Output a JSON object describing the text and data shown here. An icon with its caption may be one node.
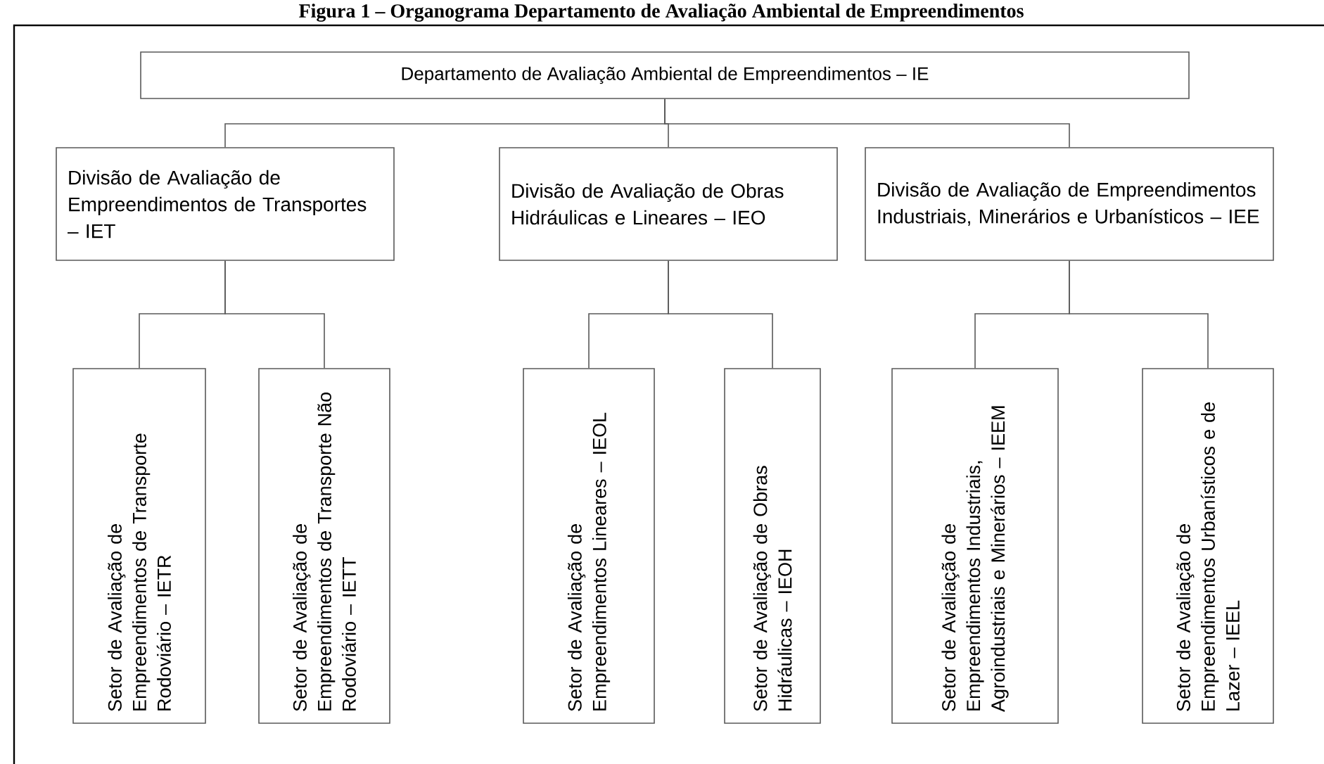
{
  "diagram": {
    "title": "Figura 1 – Organograma Departamento de Avaliação Ambiental de Empreendimentos",
    "nodes": [
      {
        "text": [
          "Departamento de Avaliação Ambiental de Empreendimentos – IE"
        ]
      },
      {
        "text": [
          "Divisão de Avaliação de Empreendimentos de Transportes – IET"
        ]
      },
      {
        "text": [
          "Divisão de Avaliação de Obras Hidráulicas e Lineares – IEO"
        ]
      },
      {
        "text": [
          "Divisão de Avaliação de Empreendimentos Industriais, Minerários e Urbanísticos – IEE"
        ]
      },
      {
        "text": [
          "Setor de Avaliação de Empreendimentos de Transporte Rodoviário – IETR"
        ]
      },
      {
        "text": [
          "Setor de Avaliação de Empreendimentos de Transporte Não Rodoviário – IETT"
        ]
      },
      {
        "text": [
          "Setor de Avaliação de Empreendimentos Lineares – IEOL"
        ]
      },
      {
        "text": [
          "Setor de Avaliação de Obras Hidráulicas – IEOH"
        ]
      },
      {
        "text": [
          "Setor de Avaliação de Empreendimentos Industriais, Agroindustriais e Minerários – IEEM"
        ]
      },
      {
        "text": [
          "Setor de Avaliação de Empreendimentos Urbanísticos e de Lazer – IEEL"
        ]
      }
    ],
    "edges": [
      {
        "from": 0,
        "to": 1,
        "arrow": "none"
      },
      {
        "from": 0,
        "to": 2,
        "arrow": "none"
      },
      {
        "from": 0,
        "to": 3,
        "arrow": "none"
      },
      {
        "from": 1,
        "to": 4,
        "arrow": "none"
      },
      {
        "from": 1,
        "to": 5,
        "arrow": "none"
      },
      {
        "from": 2,
        "to": 6,
        "arrow": "none"
      },
      {
        "from": 2,
        "to": 7,
        "arrow": "none"
      },
      {
        "from": 3,
        "to": 8,
        "arrow": "none"
      },
      {
        "from": 3,
        "to": 9,
        "arrow": "none"
      }
    ]
  }
}
